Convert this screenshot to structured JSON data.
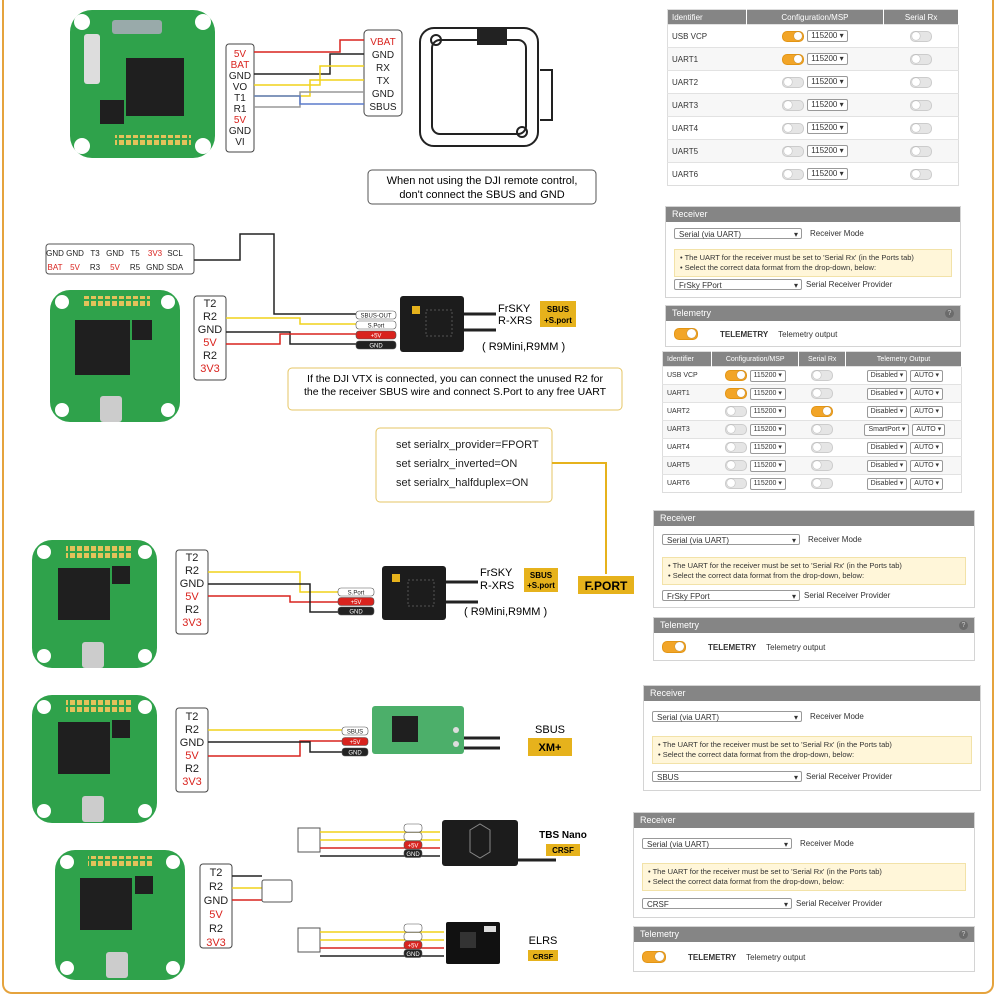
{
  "top_diagram": {
    "fc_pads": [
      "5V",
      "BAT",
      "GND",
      "VO",
      "T1",
      "R1",
      "5V",
      "GND",
      "VI"
    ],
    "vtx_pads": [
      "VBAT",
      "GND",
      "RX",
      "TX",
      "GND",
      "SBUS"
    ],
    "note": "When not using the DJI remote control, don't connect the SBUS and GND"
  },
  "section2": {
    "header_row1": [
      "GND",
      "GND",
      "T3",
      "GND",
      "T5",
      "3V3",
      "SCL"
    ],
    "header_row2": [
      "BAT",
      "5V",
      "R3",
      "5V",
      "R5",
      "GND",
      "SDA"
    ],
    "fc_pads": [
      "T2",
      "R2",
      "GND",
      "5V",
      "R2",
      "3V3"
    ],
    "rx_pads": [
      "SBUS-OUT",
      "S.Port",
      "+5V",
      "GND"
    ],
    "rx_name_1": "FrSKY",
    "rx_name_2": "R-XRS",
    "rx_badge_1": "SBUS",
    "rx_badge_2": "+S.port",
    "rx_models": "( R9Mini,R9MM )",
    "note_line1": "If the DJI VTX is connected, you can connect the unused R2 for",
    "note_line2": "the the receiver SBUS wire and connect S.Port to any free UART"
  },
  "cli": {
    "lines": [
      "set serialrx_provider=FPORT",
      "set serialrx_inverted=ON",
      "set serialrx_halfduplex=ON"
    ],
    "badge": "F.PORT"
  },
  "section3": {
    "fc_pads": [
      "T2",
      "R2",
      "GND",
      "5V",
      "R2",
      "3V3"
    ],
    "rx_pads": [
      "S.Port",
      "+5V",
      "GND"
    ],
    "rx_name_1": "FrSKY",
    "rx_name_2": "R-XRS",
    "rx_badge_1": "SBUS",
    "rx_badge_2": "+S.port",
    "rx_models": "( R9Mini,R9MM )"
  },
  "section4": {
    "fc_pads": [
      "T2",
      "R2",
      "GND",
      "5V",
      "R2",
      "3V3"
    ],
    "rx_pads": [
      "SBUS",
      "+5V",
      "GND"
    ],
    "rx_label": "SBUS",
    "rx_badge": "XM+"
  },
  "section5": {
    "fc_pads": [
      "T2",
      "R2",
      "GND",
      "5V",
      "R2",
      "3V3"
    ],
    "tbs_pads": [
      "",
      "",
      "+5V",
      "GND"
    ],
    "tbs_name": "TBS Nano",
    "tbs_badge": "CRSF",
    "elrs_pads": [
      "",
      "",
      "+5V",
      "GND"
    ],
    "elrs_name": "ELRS",
    "elrs_badge": "CRSF"
  },
  "ports1": {
    "headers": [
      "Identifier",
      "Configuration/MSP",
      "Serial Rx"
    ],
    "rows": [
      {
        "id": "USB VCP",
        "msp": true,
        "baud": "115200",
        "rx": false
      },
      {
        "id": "UART1",
        "msp": true,
        "baud": "115200",
        "rx": false
      },
      {
        "id": "UART2",
        "msp": false,
        "baud": "115200",
        "rx": false
      },
      {
        "id": "UART3",
        "msp": false,
        "baud": "115200",
        "rx": false
      },
      {
        "id": "UART4",
        "msp": false,
        "baud": "115200",
        "rx": false
      },
      {
        "id": "UART5",
        "msp": false,
        "baud": "115200",
        "rx": false
      },
      {
        "id": "UART6",
        "msp": false,
        "baud": "115200",
        "rx": false
      }
    ]
  },
  "ports2": {
    "headers": [
      "Identifier",
      "Configuration/MSP",
      "Serial Rx",
      "Telemetry Output"
    ],
    "rows": [
      {
        "id": "USB VCP",
        "msp": true,
        "baud": "115200",
        "rx": false,
        "tel": "Disabled",
        "auto": "AUTO"
      },
      {
        "id": "UART1",
        "msp": true,
        "baud": "115200",
        "rx": false,
        "tel": "Disabled",
        "auto": "AUTO"
      },
      {
        "id": "UART2",
        "msp": false,
        "baud": "115200",
        "rx": true,
        "tel": "Disabled",
        "auto": "AUTO"
      },
      {
        "id": "UART3",
        "msp": false,
        "baud": "115200",
        "rx": false,
        "tel": "SmartPort",
        "auto": "AUTO"
      },
      {
        "id": "UART4",
        "msp": false,
        "baud": "115200",
        "rx": false,
        "tel": "Disabled",
        "auto": "AUTO"
      },
      {
        "id": "UART5",
        "msp": false,
        "baud": "115200",
        "rx": false,
        "tel": "Disabled",
        "auto": "AUTO"
      },
      {
        "id": "UART6",
        "msp": false,
        "baud": "115200",
        "rx": false,
        "tel": "Disabled",
        "auto": "AUTO"
      }
    ]
  },
  "receiver_common": {
    "title": "Receiver",
    "mode_value": "Serial (via UART)",
    "mode_label": "Receiver Mode",
    "note1": "• The UART for the receiver must be set to 'Serial Rx' (in the Ports tab)",
    "note2": "• Select the correct data format from the drop-down, below:",
    "provider_label": "Serial Receiver Provider"
  },
  "receiver1": {
    "provider": "FrSky FPort"
  },
  "receiver2": {
    "provider": "FrSky FPort"
  },
  "receiver3": {
    "provider": "SBUS"
  },
  "receiver4": {
    "provider": "CRSF"
  },
  "telemetry": {
    "title": "Telemetry",
    "name": "TELEMETRY",
    "desc": "Telemetry output"
  },
  "colors": {
    "frame": "#e5a33d",
    "pcb": "#2fa24b",
    "badge": "#e6b21c",
    "wire_red": "#d9231e",
    "wire_yellow": "#f1d21a",
    "toggle_on": "#f2a528"
  }
}
